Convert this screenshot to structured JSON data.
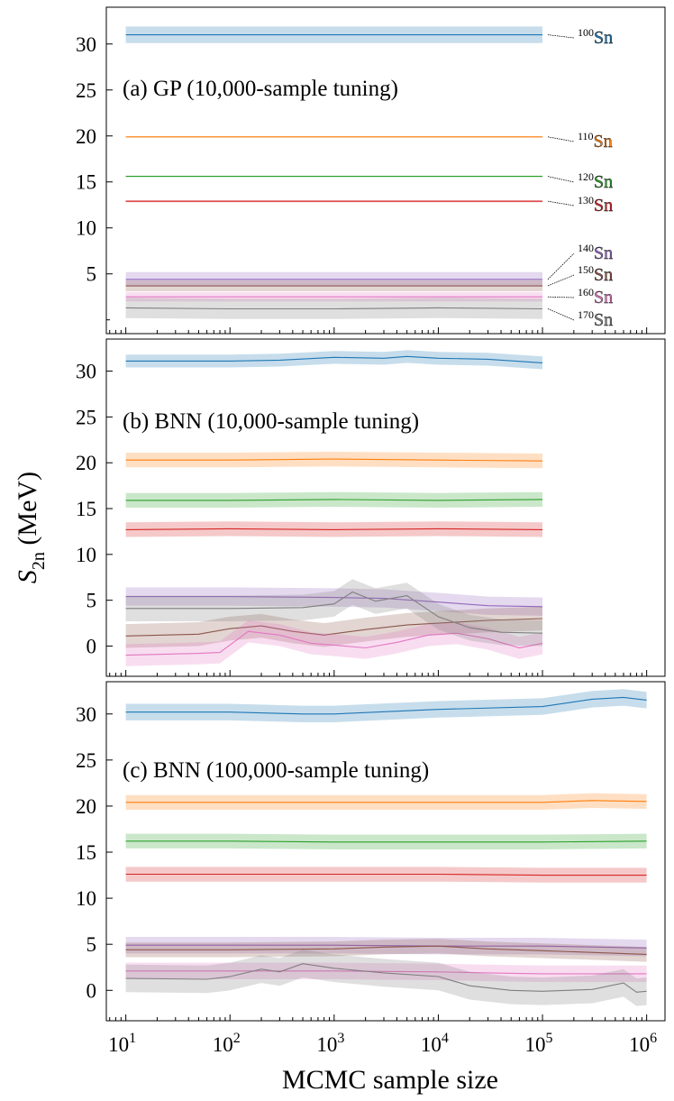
{
  "chart_data": {
    "type": "line",
    "ylabel": {
      "main": "S",
      "sub": "2n",
      "unit": " (MeV)"
    },
    "xlabel": "MCMC sample size",
    "x_scale": "log",
    "x_ticks": [
      {
        "base": "10",
        "exp": "1",
        "value": 10
      },
      {
        "base": "10",
        "exp": "2",
        "value": 100
      },
      {
        "base": "10",
        "exp": "3",
        "value": 1000
      },
      {
        "base": "10",
        "exp": "4",
        "value": 10000
      },
      {
        "base": "10",
        "exp": "5",
        "value": 100000
      },
      {
        "base": "10",
        "exp": "6",
        "value": 1000000
      }
    ],
    "xlim": [
      6.5,
      1500000
    ],
    "isotopes": [
      {
        "mass": "100",
        "element": "Sn",
        "color": "#1f77b4"
      },
      {
        "mass": "110",
        "element": "Sn",
        "color": "#ff7f0e"
      },
      {
        "mass": "120",
        "element": "Sn",
        "color": "#2ca02c"
      },
      {
        "mass": "130",
        "element": "Sn",
        "color": "#d62728"
      },
      {
        "mass": "140",
        "element": "Sn",
        "color": "#9467bd"
      },
      {
        "mass": "150",
        "element": "Sn",
        "color": "#8c564b"
      },
      {
        "mass": "160",
        "element": "Sn",
        "color": "#e377c2"
      },
      {
        "mass": "170",
        "element": "Sn",
        "color": "#7f7f7f"
      }
    ],
    "panels": [
      {
        "title": "(a) GP (10,000-sample tuning)",
        "ylim": [
          -1.5,
          34
        ],
        "y_ticks": [
          "5",
          "10",
          "15",
          "20",
          "25",
          "30"
        ],
        "y_minor_ticks": [
          0
        ],
        "show_labels": true,
        "series": [
          {
            "name": "100Sn",
            "band": 0.9,
            "points": [
              [
                10,
                31.0
              ],
              [
                100,
                31.0
              ],
              [
                1000,
                31.0
              ],
              [
                10000,
                31.0
              ],
              [
                100000,
                31.0
              ]
            ]
          },
          {
            "name": "110Sn",
            "band": 0.08,
            "points": [
              [
                10,
                19.9
              ],
              [
                100,
                19.9
              ],
              [
                1000,
                19.9
              ],
              [
                10000,
                19.9
              ],
              [
                100000,
                19.9
              ]
            ]
          },
          {
            "name": "120Sn",
            "band": 0.08,
            "points": [
              [
                10,
                15.6
              ],
              [
                100,
                15.6
              ],
              [
                1000,
                15.6
              ],
              [
                10000,
                15.6
              ],
              [
                100000,
                15.6
              ]
            ]
          },
          {
            "name": "130Sn",
            "band": 0.12,
            "points": [
              [
                10,
                12.9
              ],
              [
                100,
                12.9
              ],
              [
                1000,
                12.9
              ],
              [
                10000,
                12.9
              ],
              [
                100000,
                12.9
              ]
            ]
          },
          {
            "name": "140Sn",
            "band": 0.8,
            "points": [
              [
                10,
                4.4
              ],
              [
                100,
                4.4
              ],
              [
                1000,
                4.4
              ],
              [
                10000,
                4.4
              ],
              [
                100000,
                4.4
              ]
            ]
          },
          {
            "name": "150Sn",
            "band": 0.6,
            "points": [
              [
                10,
                3.7
              ],
              [
                100,
                3.7
              ],
              [
                1000,
                3.7
              ],
              [
                10000,
                3.7
              ],
              [
                100000,
                3.7
              ]
            ]
          },
          {
            "name": "160Sn",
            "band": 0.5,
            "points": [
              [
                10,
                2.5
              ],
              [
                100,
                2.5
              ],
              [
                1000,
                2.5
              ],
              [
                10000,
                2.5
              ],
              [
                100000,
                2.5
              ]
            ]
          },
          {
            "name": "170Sn",
            "band": 1.1,
            "points": [
              [
                10,
                1.3
              ],
              [
                100,
                1.2
              ],
              [
                1000,
                1.2
              ],
              [
                10000,
                1.3
              ],
              [
                100000,
                1.2
              ]
            ]
          }
        ]
      },
      {
        "title": "(b) BNN (10,000-sample tuning)",
        "ylim": [
          -3.3,
          33.5
        ],
        "y_ticks": [
          "0",
          "5",
          "10",
          "15",
          "20",
          "25",
          "30"
        ],
        "y_minor_ticks": [],
        "show_labels": false,
        "series": [
          {
            "name": "100Sn",
            "band": 0.7,
            "points": [
              [
                10,
                31.1
              ],
              [
                100,
                31.1
              ],
              [
                300,
                31.2
              ],
              [
                1000,
                31.5
              ],
              [
                3000,
                31.4
              ],
              [
                5000,
                31.6
              ],
              [
                10000,
                31.4
              ],
              [
                30000,
                31.3
              ],
              [
                100000,
                30.9
              ]
            ]
          },
          {
            "name": "110Sn",
            "band": 0.8,
            "points": [
              [
                10,
                20.3
              ],
              [
                100,
                20.3
              ],
              [
                1000,
                20.4
              ],
              [
                10000,
                20.3
              ],
              [
                100000,
                20.2
              ]
            ]
          },
          {
            "name": "120Sn",
            "band": 0.8,
            "points": [
              [
                10,
                15.9
              ],
              [
                100,
                15.9
              ],
              [
                1000,
                16.0
              ],
              [
                10000,
                15.9
              ],
              [
                100000,
                16.0
              ]
            ]
          },
          {
            "name": "130Sn",
            "band": 0.8,
            "points": [
              [
                10,
                12.7
              ],
              [
                100,
                12.8
              ],
              [
                1000,
                12.7
              ],
              [
                10000,
                12.8
              ],
              [
                100000,
                12.7
              ]
            ]
          },
          {
            "name": "140Sn",
            "band": 1.0,
            "points": [
              [
                10,
                5.4
              ],
              [
                100,
                5.4
              ],
              [
                1000,
                5.3
              ],
              [
                3000,
                5.2
              ],
              [
                10000,
                4.8
              ],
              [
                30000,
                4.4
              ],
              [
                100000,
                4.3
              ]
            ]
          },
          {
            "name": "150Sn",
            "band": 1.3,
            "points": [
              [
                10,
                1.1
              ],
              [
                50,
                1.3
              ],
              [
                100,
                1.9
              ],
              [
                200,
                2.2
              ],
              [
                400,
                1.6
              ],
              [
                800,
                1.2
              ],
              [
                2000,
                1.8
              ],
              [
                5000,
                2.3
              ],
              [
                10000,
                2.5
              ],
              [
                30000,
                2.8
              ],
              [
                100000,
                3.0
              ]
            ]
          },
          {
            "name": "160Sn",
            "band": 1.2,
            "points": [
              [
                10,
                -1.0
              ],
              [
                50,
                -0.8
              ],
              [
                80,
                -0.7
              ],
              [
                150,
                1.6
              ],
              [
                300,
                1.2
              ],
              [
                600,
                0.3
              ],
              [
                1000,
                0.1
              ],
              [
                2000,
                -0.2
              ],
              [
                4000,
                0.4
              ],
              [
                8000,
                1.2
              ],
              [
                15000,
                1.4
              ],
              [
                30000,
                0.8
              ],
              [
                60000,
                -0.2
              ],
              [
                100000,
                0.3
              ]
            ]
          },
          {
            "name": "170Sn",
            "band": 1.4,
            "points": [
              [
                10,
                4.1
              ],
              [
                100,
                4.1
              ],
              [
                500,
                4.2
              ],
              [
                1000,
                4.6
              ],
              [
                1500,
                5.9
              ],
              [
                2500,
                4.9
              ],
              [
                5000,
                5.5
              ],
              [
                10000,
                3.2
              ],
              [
                20000,
                2.0
              ],
              [
                40000,
                1.5
              ],
              [
                100000,
                1.4
              ]
            ]
          }
        ]
      },
      {
        "title": "(c) BNN (100,000-sample tuning)",
        "ylim": [
          -3.3,
          33.5
        ],
        "y_ticks": [
          "0",
          "5",
          "10",
          "15",
          "20",
          "25",
          "30"
        ],
        "y_minor_ticks": [],
        "show_labels": false,
        "series": [
          {
            "name": "100Sn",
            "band": 0.9,
            "points": [
              [
                10,
                30.2
              ],
              [
                100,
                30.2
              ],
              [
                500,
                30.0
              ],
              [
                1000,
                30.0
              ],
              [
                10000,
                30.5
              ],
              [
                100000,
                30.8
              ],
              [
                300000,
                31.6
              ],
              [
                600000,
                31.8
              ],
              [
                1000000,
                31.5
              ]
            ]
          },
          {
            "name": "110Sn",
            "band": 0.8,
            "points": [
              [
                10,
                20.4
              ],
              [
                100,
                20.4
              ],
              [
                1000,
                20.4
              ],
              [
                10000,
                20.4
              ],
              [
                100000,
                20.4
              ],
              [
                300000,
                20.6
              ],
              [
                1000000,
                20.5
              ]
            ]
          },
          {
            "name": "120Sn",
            "band": 0.8,
            "points": [
              [
                10,
                16.2
              ],
              [
                100,
                16.2
              ],
              [
                1000,
                16.1
              ],
              [
                10000,
                16.1
              ],
              [
                100000,
                16.1
              ],
              [
                1000000,
                16.2
              ]
            ]
          },
          {
            "name": "130Sn",
            "band": 0.8,
            "points": [
              [
                10,
                12.6
              ],
              [
                100,
                12.6
              ],
              [
                1000,
                12.6
              ],
              [
                10000,
                12.6
              ],
              [
                100000,
                12.5
              ],
              [
                1000000,
                12.5
              ]
            ]
          },
          {
            "name": "140Sn",
            "band": 0.9,
            "points": [
              [
                10,
                4.9
              ],
              [
                100,
                4.9
              ],
              [
                1000,
                4.9
              ],
              [
                10000,
                4.8
              ],
              [
                100000,
                4.8
              ],
              [
                1000000,
                4.6
              ]
            ]
          },
          {
            "name": "150Sn",
            "band": 0.8,
            "points": [
              [
                10,
                4.4
              ],
              [
                100,
                4.4
              ],
              [
                1000,
                4.5
              ],
              [
                3000,
                4.7
              ],
              [
                10000,
                4.8
              ],
              [
                30000,
                4.5
              ],
              [
                100000,
                4.3
              ],
              [
                1000000,
                3.9
              ]
            ]
          },
          {
            "name": "160Sn",
            "band": 0.9,
            "points": [
              [
                10,
                2.1
              ],
              [
                100,
                2.1
              ],
              [
                1000,
                2.1
              ],
              [
                10000,
                2.0
              ],
              [
                30000,
                1.9
              ],
              [
                100000,
                1.8
              ],
              [
                1000000,
                1.8
              ]
            ]
          },
          {
            "name": "170Sn",
            "band": 1.5,
            "points": [
              [
                10,
                1.3
              ],
              [
                60,
                1.2
              ],
              [
                100,
                1.5
              ],
              [
                200,
                2.3
              ],
              [
                300,
                2.0
              ],
              [
                500,
                2.9
              ],
              [
                1000,
                2.4
              ],
              [
                3000,
                1.9
              ],
              [
                10000,
                1.5
              ],
              [
                20000,
                0.5
              ],
              [
                50000,
                0.0
              ],
              [
                100000,
                -0.1
              ],
              [
                300000,
                0.1
              ],
              [
                600000,
                0.8
              ],
              [
                800000,
                -0.2
              ],
              [
                1000000,
                -0.1
              ]
            ]
          }
        ]
      }
    ]
  }
}
